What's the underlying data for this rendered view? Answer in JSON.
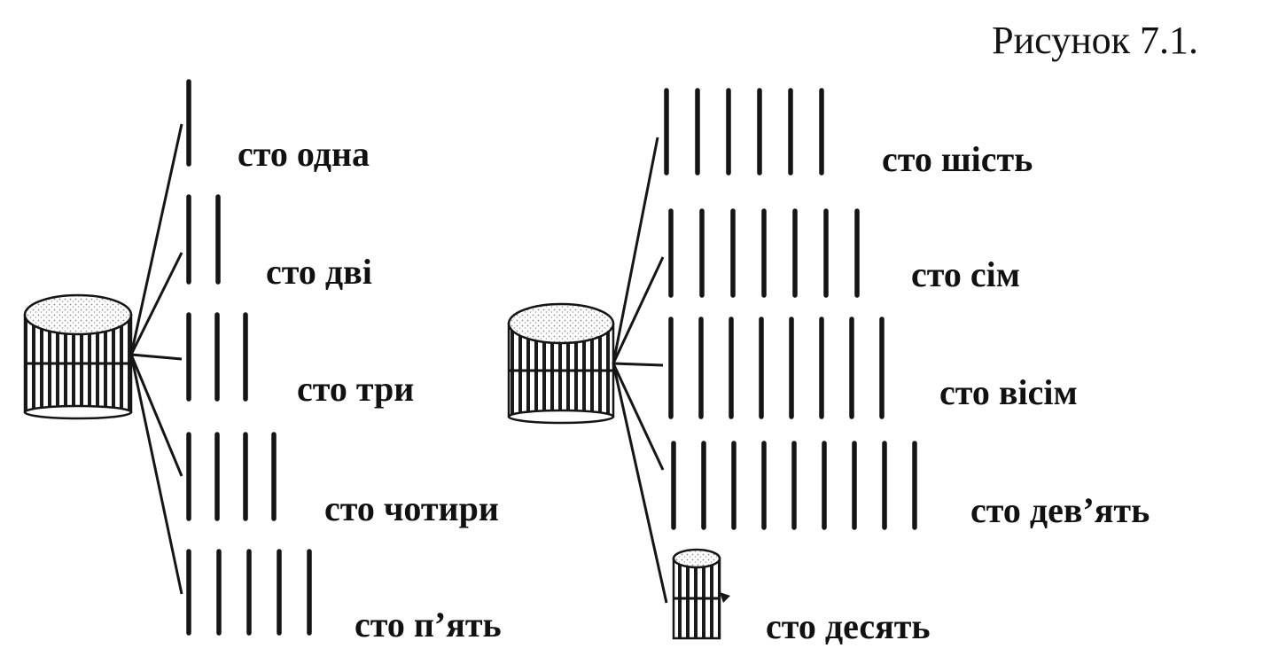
{
  "figure_title": "Рисунок 7.1.",
  "left_group": {
    "rows": [
      {
        "sticks": 1,
        "label": "сто одна"
      },
      {
        "sticks": 2,
        "label": "сто дві"
      },
      {
        "sticks": 3,
        "label": "сто три"
      },
      {
        "sticks": 4,
        "label": "сто чотири"
      },
      {
        "sticks": 5,
        "label": "сто п’ять"
      }
    ]
  },
  "right_group": {
    "rows": [
      {
        "sticks": 6,
        "label": "сто шість"
      },
      {
        "sticks": 7,
        "label": "сто сім"
      },
      {
        "sticks": 8,
        "label": "сто вісім"
      },
      {
        "sticks": 9,
        "label": "сто дев’ять"
      }
    ],
    "ten_bundle_row": {
      "label": "сто десять"
    }
  },
  "colors": {
    "ink": "#151515",
    "stipple": "#8a8a8a",
    "background": "#ffffff"
  }
}
